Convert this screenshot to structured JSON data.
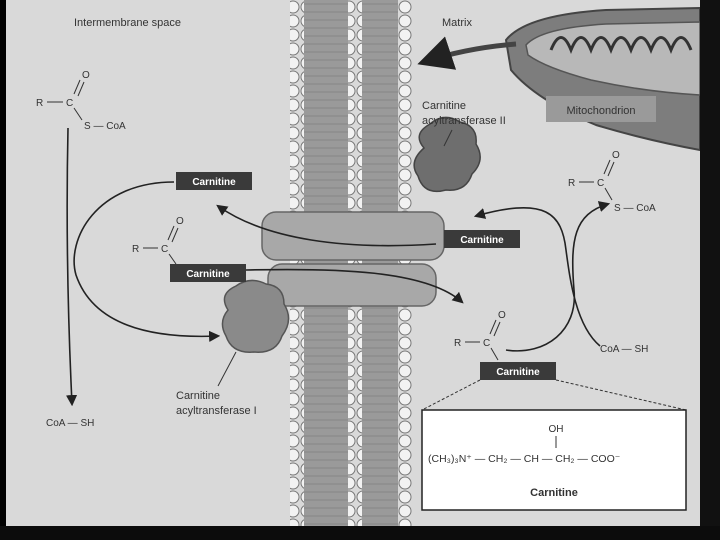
{
  "labels": {
    "intermembrane_space": "Intermembrane space",
    "matrix": "Matrix",
    "mitochondrion": "Mitochondrion",
    "enzyme_2_line1": "Carnitine",
    "enzyme_2_line2": "acyltransferase II",
    "enzyme_1_line1": "Carnitine",
    "enzyme_1_line2": "acyltransferase I"
  },
  "tags": {
    "carnitine_left_top": "Carnitine",
    "carnitine_left_mid": "Carnitine",
    "carnitine_right_top": "Carnitine",
    "carnitine_right_bottom": "Carnitine"
  },
  "chem": {
    "r": "R",
    "c": "C",
    "o": "O",
    "s_coa": "S — CoA",
    "coa_sh": "CoA — SH"
  },
  "inset": {
    "oh": "OH",
    "formula": "(CH₃)₃N⁺ — CH₂ — CH — CH₂ — COO⁻",
    "caption": "Carnitine"
  }
}
